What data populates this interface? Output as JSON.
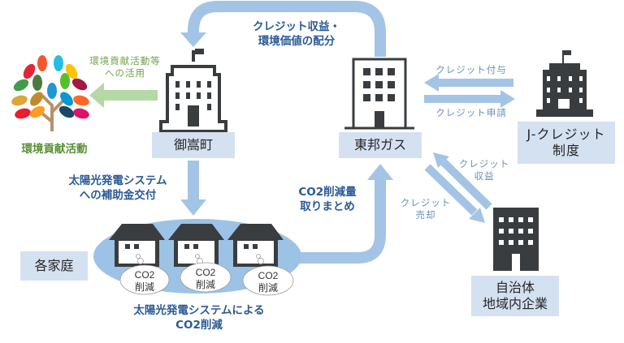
{
  "colors": {
    "arrow_blue": "#a4c4e6",
    "arrow_green": "#b6d8a4",
    "label_box": "#d4e1f1",
    "building_dark": "#3a3d40",
    "oval_blue": "#9cc3e6",
    "text_blue_bold": "#2a5a96",
    "text_light_blue": "#6d8fb6",
    "text_green": "#6fa24a"
  },
  "nodes": {
    "eco": {
      "label": "環境貢献活動",
      "icon": "tree-icon"
    },
    "town": {
      "label": "御嵩町",
      "icon": "town-hall-icon"
    },
    "tohogas": {
      "label": "東邦ガス",
      "icon": "office-building-icon"
    },
    "jcredit": {
      "label_line1": "J-クレジット",
      "label_line2": "制度",
      "icon": "government-building-icon"
    },
    "households": {
      "label": "各家庭",
      "icon": "house-icon"
    },
    "local": {
      "label_line1": "自治体",
      "label_line2": "地域内企業",
      "icon": "office-building-icon"
    }
  },
  "arrows": {
    "top_loop": {
      "line1": "クレジット収益・",
      "line2": "環境価値の配分"
    },
    "eco_use": {
      "line1": "環境貢献活動等",
      "line2": "への活用"
    },
    "credit_grant": {
      "label": "クレジット付与"
    },
    "credit_apply": {
      "label": "クレジット申請"
    },
    "subsidy": {
      "line1": "太陽光発電システム",
      "line2": "への補助金交付"
    },
    "co2_collect": {
      "line1": "CO2削減量",
      "line2": "取りまとめ"
    },
    "credit_revenue": {
      "line1": "クレジット",
      "line2": "収益"
    },
    "credit_sale": {
      "line1": "クレジット",
      "line2": "売却"
    }
  },
  "houses": [
    {
      "cloud_line1": "CO2",
      "cloud_line2": "削減"
    },
    {
      "cloud_line1": "CO2",
      "cloud_line2": "削減"
    },
    {
      "cloud_line1": "CO2",
      "cloud_line2": "削減"
    }
  ],
  "caption": {
    "line1": "太陽光発電システムによる",
    "line2": "CO2削減"
  }
}
